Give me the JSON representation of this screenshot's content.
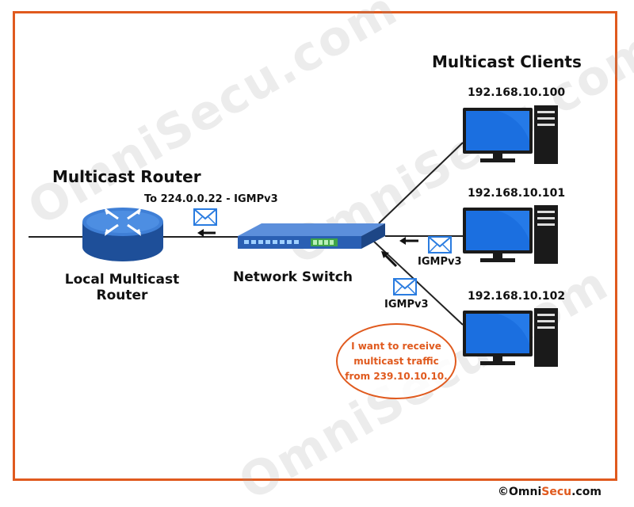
{
  "diagram": {
    "clients_heading": "Multicast Clients",
    "router_heading": "Multicast Router",
    "router_caption_line1": "Local Multicast",
    "router_caption_line2": "Router",
    "switch_caption": "Network Switch",
    "router_message": "To 224.0.0.22 - IGMPv3",
    "client_1_ip": "192.168.10.100",
    "client_2_ip": "192.168.10.101",
    "client_3_ip": "192.168.10.102",
    "igmp_label_client2": "IGMPv3",
    "igmp_label_client3": "IGMPv3",
    "speech_line1": "I want to receive",
    "speech_line2": "multicast traffic",
    "speech_line3": "from 239.10.10.10.",
    "copyright_symbol": "©",
    "copyright_brand_a": "Omni",
    "copyright_brand_b": "Secu",
    "copyright_suffix": ".com",
    "watermark": "OmniSecu.com"
  },
  "colors": {
    "frame": "#e05a1e",
    "router_blue": "#2a63b8",
    "monitor_blue": "#1b6fe0",
    "switch_blue": "#2e63b5",
    "dark": "#222222"
  },
  "icons": [
    "router-icon",
    "switch-icon",
    "computer-icon",
    "envelope-icon",
    "arrow-left-icon"
  ]
}
